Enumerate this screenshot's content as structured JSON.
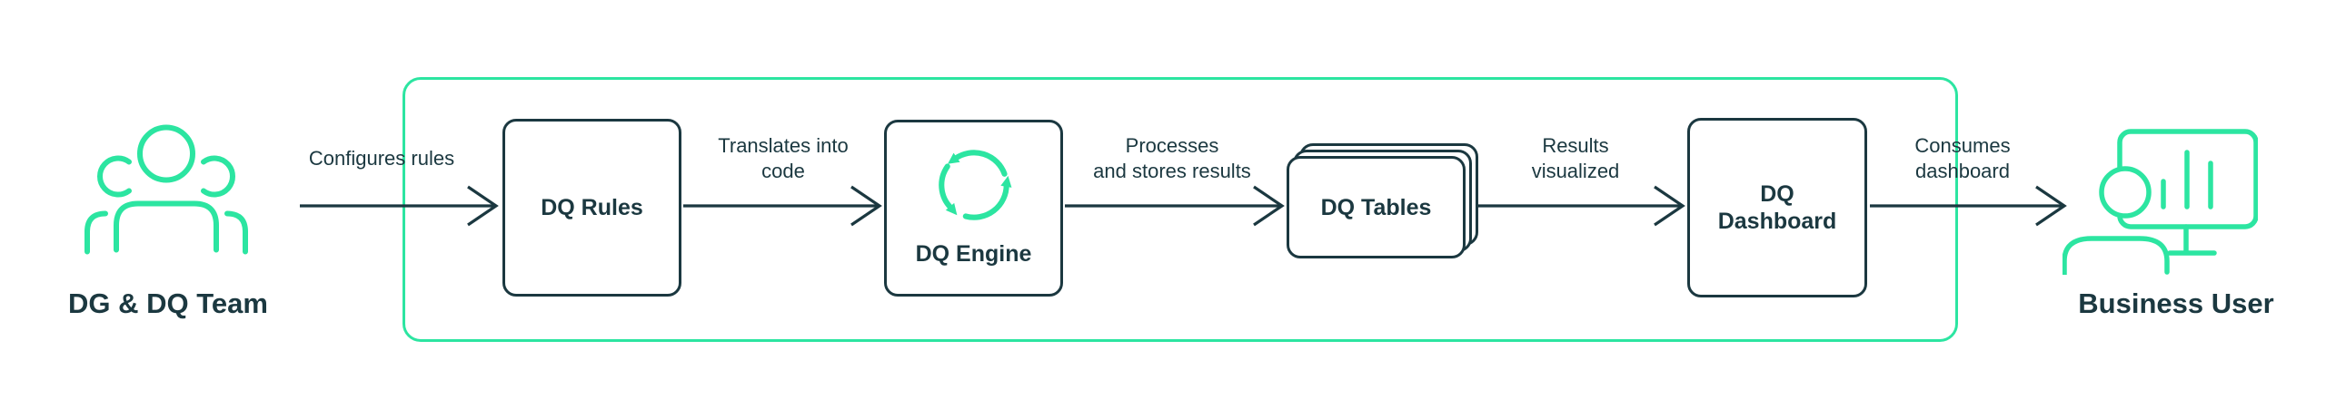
{
  "palette": {
    "accent_green": "#2ce5a1",
    "ink": "#1b3840",
    "background": "#ffffff"
  },
  "left_actor": {
    "label": "DG & DQ Team",
    "icon": "people-group-icon"
  },
  "right_actor": {
    "label": "Business User",
    "icon": "user-monitor-chart-icon"
  },
  "nodes": {
    "rules": {
      "lines": [
        "DQ Rules"
      ]
    },
    "engine": {
      "lines": [
        "DQ Engine"
      ],
      "icon": "cycle-arrows-icon"
    },
    "tables": {
      "lines": [
        "DQ Tables"
      ],
      "style": "stacked-cards"
    },
    "dashboard": {
      "lines": [
        "DQ",
        "Dashboard"
      ]
    }
  },
  "arrows": {
    "configures": {
      "lines": [
        "Configures rules"
      ]
    },
    "translates": {
      "lines": [
        "Translates into",
        "code"
      ]
    },
    "processes": {
      "lines": [
        "Processes",
        "and stores results"
      ]
    },
    "results": {
      "lines": [
        "Results",
        "visualized"
      ]
    },
    "consumes": {
      "lines": [
        "Consumes",
        "dashboard"
      ]
    }
  }
}
